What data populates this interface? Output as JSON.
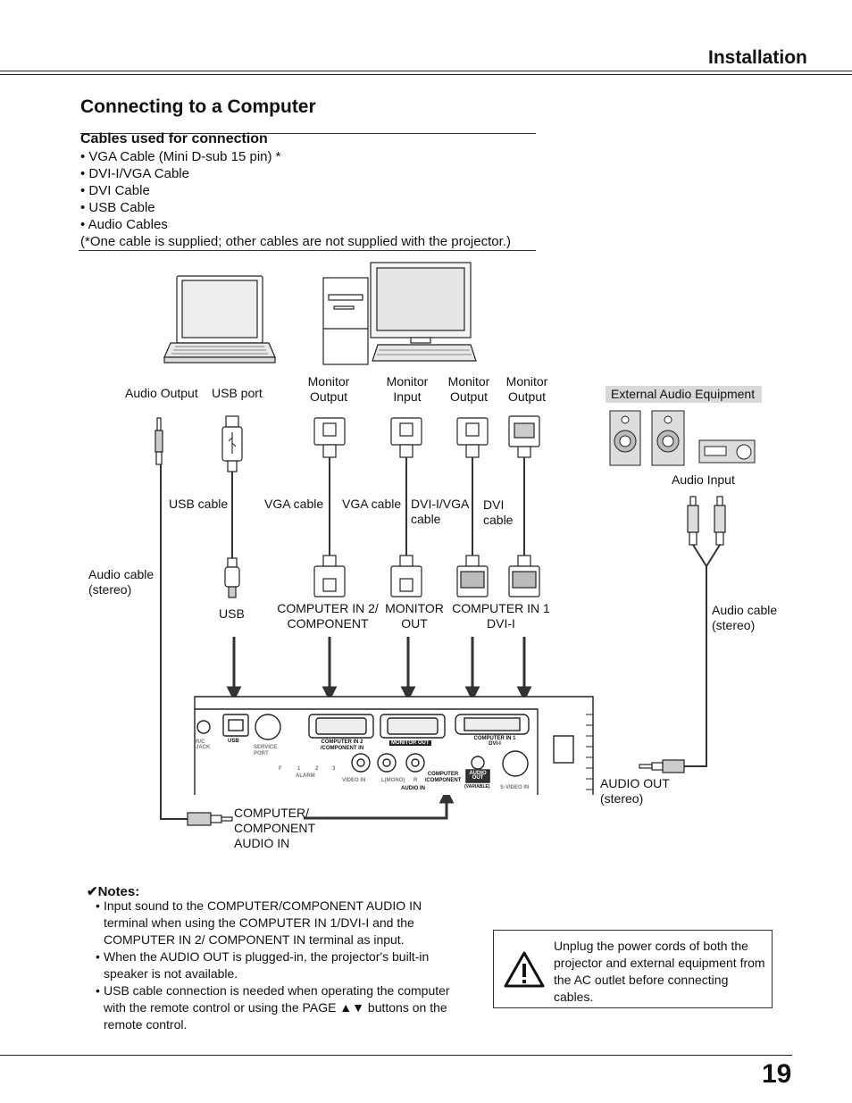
{
  "header": {
    "section": "Installation"
  },
  "title": "Connecting to a Computer",
  "cables": {
    "heading": "Cables used for connection",
    "items": [
      "• VGA Cable (Mini D-sub 15 pin) *",
      "• DVI-I/VGA Cable",
      "• DVI Cable",
      "• USB Cable",
      "• Audio Cables"
    ],
    "footnote": "(*One cable is supplied; other cables are not supplied with the projector.)"
  },
  "diagram": {
    "computer_ports": {
      "audio_output": "Audio Output",
      "usb_port": "USB port",
      "monitor_output_1": [
        "Monitor",
        "Output"
      ],
      "monitor_input": [
        "Monitor",
        "Input"
      ],
      "monitor_output_2": [
        "Monitor",
        "Output"
      ],
      "monitor_output_3": [
        "Monitor",
        "Output"
      ]
    },
    "external_audio": "External Audio Equipment",
    "audio_input": "Audio Input",
    "cables": {
      "usb": "USB cable",
      "vga_1": "VGA cable",
      "vga_2": "VGA cable",
      "dvi_vga": [
        "DVI-I/VGA",
        "cable"
      ],
      "dvi": [
        "DVI",
        "cable"
      ],
      "audio_left": [
        "Audio cable",
        "(stereo)"
      ],
      "audio_right": [
        "Audio cable",
        "(stereo)"
      ]
    },
    "projector_terminals": {
      "usb": "USB",
      "computer_in_2": [
        "COMPUTER IN 2/",
        "COMPONENT"
      ],
      "monitor_out": [
        "MONITOR",
        "OUT"
      ],
      "computer_in_1": [
        "COMPUTER IN 1",
        "DVI-I"
      ],
      "audio_out": [
        "AUDIO OUT",
        "(stereo)"
      ],
      "computer_audio_in": [
        "COMPUTER/",
        "COMPONENT",
        "AUDIO IN"
      ]
    },
    "panel_labels": {
      "rc_jack": "R/C JACK",
      "usb": "USB",
      "service_port": "SERVICE PORT",
      "computer_in_2": "COMPUTER IN 2 /COMPONENT IN",
      "monitor_out": "MONITOR OUT",
      "computer_in_1": "COMPUTER IN 1 DVI-I",
      "alarm": "ALARM",
      "video_in": "VIDEO IN",
      "l_mono": "L(MONO)",
      "r": "R",
      "audio_in": "AUDIO IN",
      "computer_component": "COMPUTER /COMPONENT",
      "audio_out": "AUDIO OUT",
      "variable": "(VARIABLE)",
      "s_video_in": "S-VIDEO IN",
      "f": "F",
      "n1": "1",
      "n2": "2",
      "n3": "3"
    }
  },
  "notes": {
    "heading": "✔Notes:",
    "items": [
      "Input sound to the COMPUTER/COMPONENT AUDIO IN terminal when using the COMPUTER IN 1/DVI-I and the COMPUTER IN 2/ COMPONENT IN terminal as input.",
      "When the AUDIO OUT is plugged-in, the projector's built-in speaker is not available.",
      "USB cable connection is needed when operating the computer with the remote control or using the PAGE ▲▼ buttons on the remote control."
    ]
  },
  "warning": "Unplug the power cords of both the projector and external equipment from the AC outlet before connecting cables.",
  "page_number": "19"
}
